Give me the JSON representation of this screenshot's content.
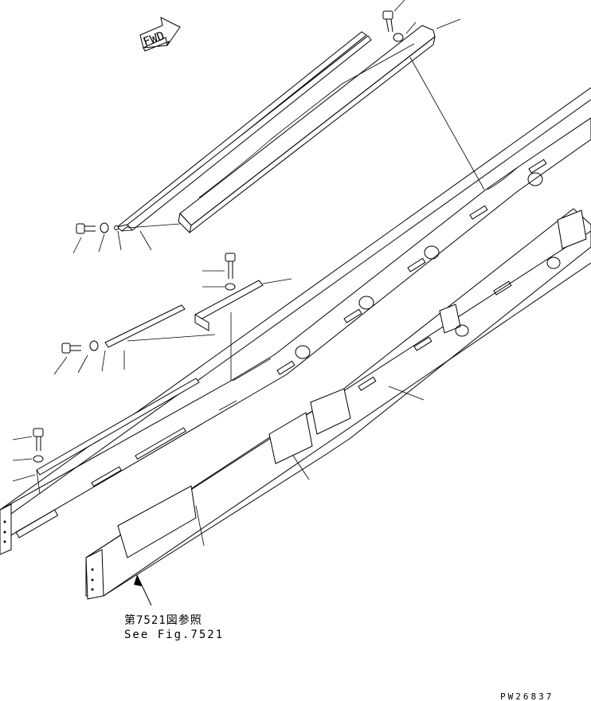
{
  "direction_arrow": {
    "label": "FWD"
  },
  "reference_note": {
    "line_jp": "第7521図参照",
    "line_en": "See Fig.7521"
  },
  "drawing_number": "PW26837"
}
